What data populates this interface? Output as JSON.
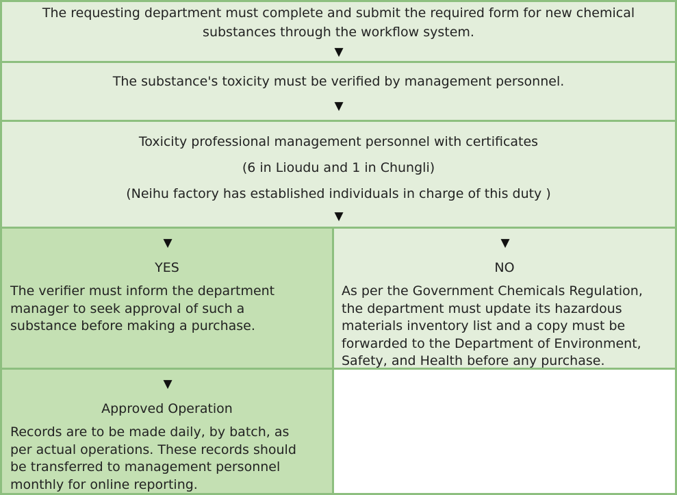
{
  "steps": [
    "The requesting department must complete and submit the required form for new chemical substances through the workflow system.",
    "The substance's toxicity must be verified by management personnel."
  ],
  "certified_personnel": [
    "Toxicity professional management personnel with certificates",
    "(6 in Lioudu and 1 in Chungli)",
    "(Neihu factory has established individuals in charge of this duty )"
  ],
  "arrow_symbol": "▼",
  "yes_branch": {
    "label": "YES",
    "lines": [
      "The verifier must inform the department",
      "manager to seek approval of such a",
      "substance before making a purchase."
    ]
  },
  "no_branch": {
    "label": "NO",
    "lines": [
      "As per the Government Chemicals Regulation,",
      "the department must update its hazardous",
      "materials inventory list and a copy must be",
      "forwarded to the Department of Environment,",
      "Safety, and Health before any purchase."
    ]
  },
  "approved_operation": {
    "label": "Approved Operation",
    "lines": [
      "Records are to be made daily, by batch, as",
      "per actual operations. These records should",
      "be transferred to management personnel",
      "monthly for online reporting."
    ]
  },
  "colors": {
    "light_fill": "#e3eedb",
    "dark_fill": "#c4e0b3",
    "border": "#8dbf7f"
  }
}
